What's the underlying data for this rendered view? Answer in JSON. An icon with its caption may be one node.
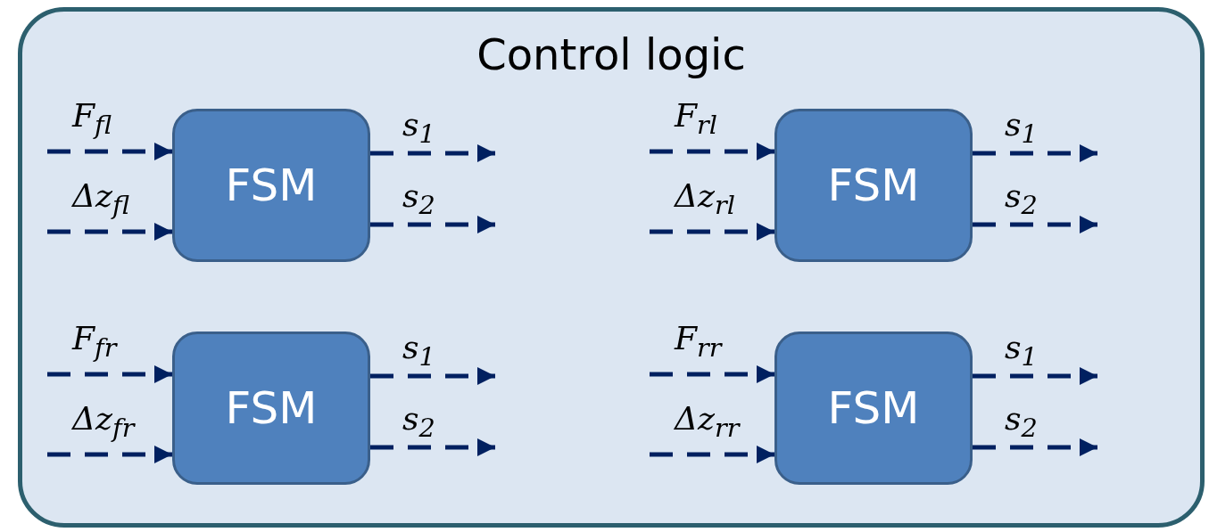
{
  "diagram": {
    "nodes": [
      {
        "text": [
          "Control logic"
        ]
      },
      {
        "text": [
          "FSM"
        ],
        "in": 0
      },
      {
        "text": [
          "FSM"
        ],
        "in": 0
      },
      {
        "text": [
          "FSM"
        ],
        "in": 0
      },
      {
        "text": [
          "FSM"
        ],
        "in": 0
      }
    ],
    "edges": [
      {
        "from": null,
        "to": 1,
        "arrow": "to",
        "label": "F$_{fl}$",
        "style": "dashed"
      },
      {
        "from": null,
        "to": 1,
        "arrow": "to",
        "label": "Δz$_{fl}$",
        "style": "dashed"
      },
      {
        "from": 1,
        "to": null,
        "arrow": "to",
        "label": "s$_{1}$",
        "style": "dashed"
      },
      {
        "from": 1,
        "to": null,
        "arrow": "to",
        "label": "s$_{2}$",
        "style": "dashed"
      },
      {
        "from": null,
        "to": 2,
        "arrow": "to",
        "label": "F$_{rl}$",
        "style": "dashed"
      },
      {
        "from": null,
        "to": 2,
        "arrow": "to",
        "label": "Δz$_{rl}$",
        "style": "dashed"
      },
      {
        "from": 2,
        "to": null,
        "arrow": "to",
        "label": "s$_{1}$",
        "style": "dashed"
      },
      {
        "from": 2,
        "to": null,
        "arrow": "to",
        "label": "s$_{2}$",
        "style": "dashed"
      },
      {
        "from": null,
        "to": 3,
        "arrow": "to",
        "label": "F$_{fr}$",
        "style": "dashed"
      },
      {
        "from": null,
        "to": 3,
        "arrow": "to",
        "label": "Δz$_{fr}$",
        "style": "dashed"
      },
      {
        "from": 3,
        "to": null,
        "arrow": "to",
        "label": "s$_{1}$",
        "style": "dashed"
      },
      {
        "from": 3,
        "to": null,
        "arrow": "to",
        "label": "s$_{2}$",
        "style": "dashed"
      },
      {
        "from": null,
        "to": 4,
        "arrow": "to",
        "label": "F$_{rr}$",
        "style": "dashed"
      },
      {
        "from": null,
        "to": 4,
        "arrow": "to",
        "label": "Δz$_{rr}$",
        "style": "dashed"
      },
      {
        "from": 4,
        "to": null,
        "arrow": "to",
        "label": "s$_{1}$",
        "style": "dashed"
      },
      {
        "from": 4,
        "to": null,
        "arrow": "to",
        "label": "s$_{2}$",
        "style": "dashed"
      }
    ]
  }
}
